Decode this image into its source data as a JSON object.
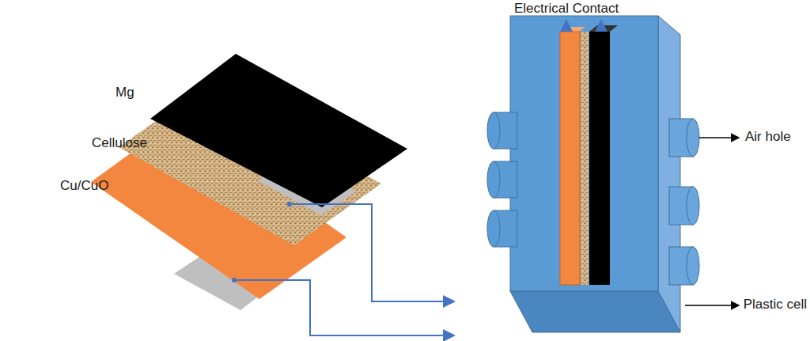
{
  "diagram": {
    "labels": [
      "Mg",
      "Cellulose",
      "Cu/CuO",
      "Electrical Contact",
      "Air hole",
      "Plastic cell"
    ]
  }
}
